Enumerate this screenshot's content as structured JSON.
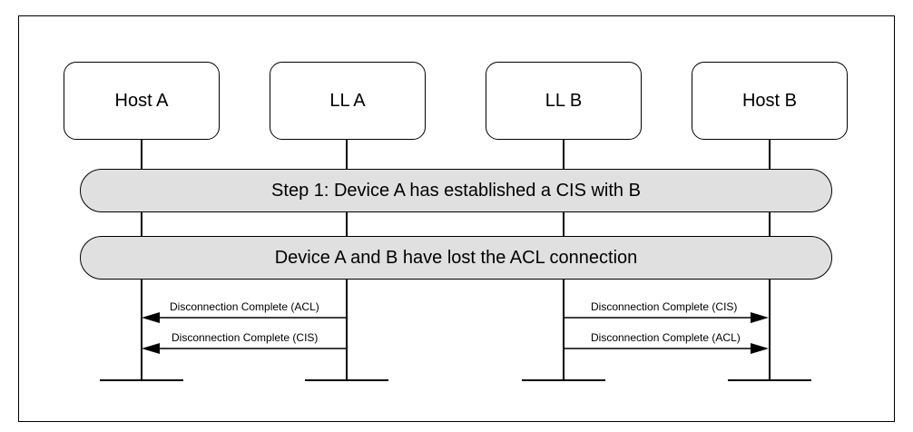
{
  "participants": {
    "host_a": "Host A",
    "ll_a": "LL A",
    "ll_b": "LL B",
    "host_b": "Host B"
  },
  "steps": {
    "step1": "Step 1: Device A has established a CIS with B",
    "step2": "Device A and B have lost the ACL connection"
  },
  "messages": {
    "a_acl": "Disconnection Complete (ACL)",
    "a_cis": "Disconnection Complete (CIS)",
    "b_cis": "Disconnection Complete (CIS)",
    "b_acl": "Disconnection Complete (ACL)"
  }
}
